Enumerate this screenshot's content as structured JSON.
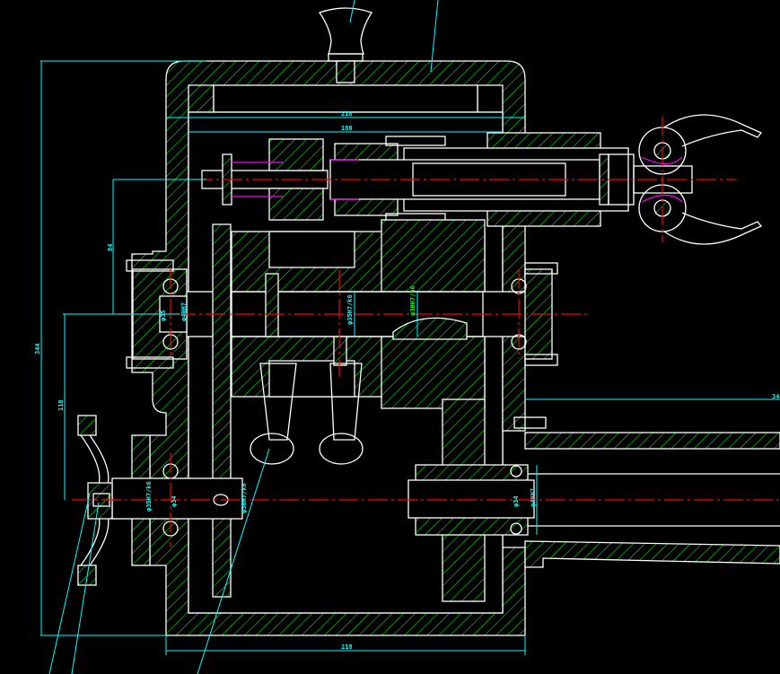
{
  "drawing": {
    "colors": {
      "outline": "#ffffff",
      "hatch": "#00ff00",
      "centerline": "#ff0000",
      "dimension": "#00ffff",
      "spring": "#ff00ff",
      "background": "#000000"
    },
    "dimensions": {
      "top_width": "218",
      "top_inner": "180",
      "left_upper": "84",
      "left_total": "344",
      "left_lower": "118",
      "bottom_width": "218",
      "right_offset": "34"
    },
    "fits": {
      "bearing_left": "φ35",
      "shaft_left": "φ40H7",
      "shaft_mid": "φ35H7/k6",
      "gear_fit": "φ30H7/h6",
      "lower_left_1": "φ35H7/k6",
      "lower_left_2": "φ34",
      "lower_gear": "φ30H7/k6",
      "lower_right_1": "φ34",
      "lower_right_2": "φ40H7"
    }
  }
}
